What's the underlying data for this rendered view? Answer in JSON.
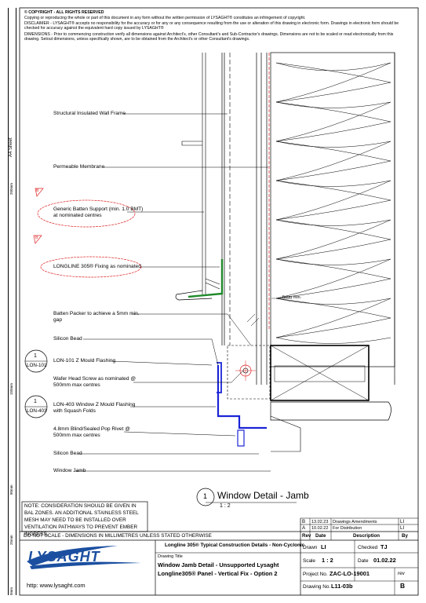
{
  "header": {
    "copyright_title": "© COPYRIGHT - ALL RIGHTS RESERVED",
    "copyright_text": "Copying or reproducing the whole or part of this document in any form without the written permission of LYSAGHT® constitutes an infringement of copyright.",
    "disclaimer_text": "DISCLAIMER - LYSAGHT® accepts no responsibility for the accuracy or for any or any consequence resulting from the use or alteration of this drawing in electronic form.  Drawings in electronic form should be checked for accuracy against the equivalent hard copy issued by LYSAGHT®",
    "dimensions_text": "DIMENSIONS - Prior to commencing construction verify all dimensions against Architect's, other Consultant's and Sub-Contractor's drawings. Dimensions are not to be scaled or read electronically from this drawing. Setout dimensions, unless specifically shown, are to be obtained from the Architect's or other Consultant's drawings."
  },
  "margin": {
    "sheet_label": "A4 Sheet",
    "scale_200": "200mm",
    "scale_150": "150mm",
    "scale_80": "80mm",
    "scale_25": "25mm",
    "scale_0": "0mm"
  },
  "callouts": [
    {
      "text": "Structural Insulated Wall Frame"
    },
    {
      "text": "Permeable Membrane"
    },
    {
      "text": "Generic Batten Support (min. 1.0 BMT)\nat nominated centres"
    },
    {
      "text": "LONGLINE 305® Fixing as nominated"
    },
    {
      "text": "Batten Packer to achieve a 5mm min.\ngap"
    },
    {
      "text": "Silicon Bead"
    },
    {
      "text": "LON-101 Z Mould Flashing"
    },
    {
      "text": "Wafer Head Screw as nominated @\n500mm max centres"
    },
    {
      "text": "LON-403 Window Z Mould Flashing\nwith Squash Folds"
    },
    {
      "text": "4.8mm Blind/Sealed Pop Rivet @\n500mm max centres"
    },
    {
      "text": "Silicon Bead"
    },
    {
      "text": "Window Jamb"
    }
  ],
  "revision_clouds": [
    "B",
    "B"
  ],
  "detail_refs": [
    {
      "num": "1",
      "code": "LON-101"
    },
    {
      "num": "1",
      "code": "LON-403"
    }
  ],
  "gap_label": "5mm min.",
  "detail_title": {
    "num": "1",
    "title": "Window Detail - Jamb",
    "scale": "1 : 2"
  },
  "note": "NOTE: CONSIDERATION SHOULD BE GIVEN IN BAL ZONES. AN ADDITIONAL STAINLESS STEEL MESH MAY NEED TO BE INSTALLED OVER VENTILATION PATHWAYS TO PREVENT EMBER INGRESS.",
  "scale_note": "DO NOT SCALE - DIMENSIONS IN MILLIMETRES UNLESS STATED OTHERWISE",
  "revisions": {
    "rows": [
      {
        "rev": "B",
        "date": "13.02.23",
        "desc": "Drawings Amendments",
        "by": "LI"
      },
      {
        "rev": "A",
        "date": "10.02.22",
        "desc": "For Distribution",
        "by": "LI"
      }
    ],
    "headers": {
      "rev": "Rev",
      "date": "Date",
      "desc": "Description",
      "by": "By"
    }
  },
  "title_block": {
    "logo_text": "LYSAGHT",
    "website": "http: www.lysaght.com",
    "project_series": "Longline 305® Typical Construction Details - Non-Cyclonic",
    "drawing_title_label": "Drawing Title",
    "drawing_title_1": "Window Jamb Detail - Unsupported Lysaght",
    "drawing_title_2": "Longline305® Panel - Vertical Fix - Option 2",
    "drawn_label": "Drawn",
    "drawn_value": "LI",
    "checked_label": "Checked",
    "checked_value": "TJ",
    "scale_label": "Scale",
    "scale_value": "1 : 2",
    "date_label": "Date",
    "date_value": "01.02.22",
    "project_label": "Project No.",
    "project_value": "ZAC-LO-19001",
    "drawing_no_label": "Drawing No.",
    "drawing_no_value": "L11-03b",
    "rev_label": "rev",
    "rev_value": "B"
  },
  "colors": {
    "flashing": "#1a24d6",
    "fixing": "#1f8a2a",
    "packer": "#d22",
    "line": "#000000"
  }
}
